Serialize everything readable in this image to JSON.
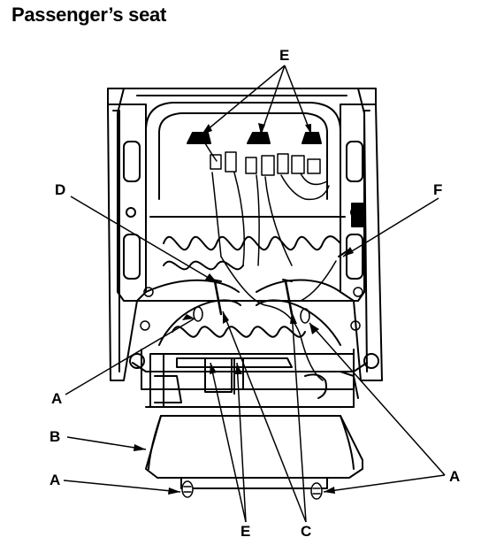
{
  "title": "Passenger’s seat",
  "callouts": {
    "e_top": "E",
    "d": "D",
    "f": "F",
    "a_left_mid": "A",
    "b": "B",
    "a_left_bottom": "A",
    "a_right": "A",
    "e_bottom": "E",
    "c_bottom": "C"
  },
  "colors": {
    "ink": "#000000",
    "paper": "#ffffff"
  }
}
